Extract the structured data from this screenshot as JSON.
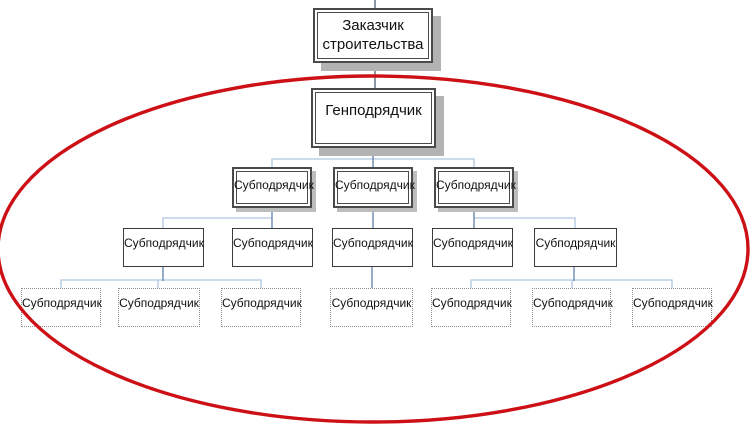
{
  "diagram": {
    "language": "ru",
    "nodes": [
      {
        "id": "customer",
        "level": 1,
        "label": "Заказчик строительства"
      },
      {
        "id": "general-contractor",
        "level": 2,
        "label": "Генподрядчик"
      },
      {
        "id": "sub-3-1",
        "level": 3,
        "label": "Субподрядчик"
      },
      {
        "id": "sub-3-2",
        "level": 3,
        "label": "Субподрядчик"
      },
      {
        "id": "sub-3-3",
        "level": 3,
        "label": "Субподрядчик"
      },
      {
        "id": "sub-4-1",
        "level": 4,
        "label": "Субподрядчик"
      },
      {
        "id": "sub-4-2",
        "level": 4,
        "label": "Субподрядчик"
      },
      {
        "id": "sub-4-3",
        "level": 4,
        "label": "Субподрядчик"
      },
      {
        "id": "sub-4-4",
        "level": 4,
        "label": "Субподрядчик"
      },
      {
        "id": "sub-4-5",
        "level": 4,
        "label": "Субподрядчик"
      },
      {
        "id": "sub-5-1",
        "level": 5,
        "label": "Субподрядчик",
        "dashed": true
      },
      {
        "id": "sub-5-2",
        "level": 5,
        "label": "Субподрядчик",
        "dashed": true
      },
      {
        "id": "sub-5-3",
        "level": 5,
        "label": "Субподрядчик",
        "dashed": true
      },
      {
        "id": "sub-5-4",
        "level": 5,
        "label": "Субподрядчик",
        "dashed": true
      },
      {
        "id": "sub-5-5",
        "level": 5,
        "label": "Субподрядчик",
        "dashed": true
      },
      {
        "id": "sub-5-6",
        "level": 5,
        "label": "Субподрядчик",
        "dashed": true
      },
      {
        "id": "sub-5-7",
        "level": 5,
        "label": "Субподрядчик",
        "dashed": true
      }
    ],
    "edges": [
      {
        "from": "customer",
        "to": "general-contractor"
      },
      {
        "from": "general-contractor",
        "to": "sub-3-1"
      },
      {
        "from": "general-contractor",
        "to": "sub-3-2"
      },
      {
        "from": "general-contractor",
        "to": "sub-3-3"
      },
      {
        "from": "sub-3-1",
        "to": "sub-4-1"
      },
      {
        "from": "sub-3-1",
        "to": "sub-4-2"
      },
      {
        "from": "sub-3-2",
        "to": "sub-4-3"
      },
      {
        "from": "sub-3-3",
        "to": "sub-4-4"
      },
      {
        "from": "sub-3-3",
        "to": "sub-4-5"
      },
      {
        "from": "sub-4-1",
        "to": "sub-5-1"
      },
      {
        "from": "sub-4-1",
        "to": "sub-5-2"
      },
      {
        "from": "sub-4-1",
        "to": "sub-5-3"
      },
      {
        "from": "sub-4-3",
        "to": "sub-5-4"
      },
      {
        "from": "sub-4-5",
        "to": "sub-5-5"
      },
      {
        "from": "sub-4-5",
        "to": "sub-5-6"
      },
      {
        "from": "sub-4-5",
        "to": "sub-5-7"
      }
    ],
    "annotation": {
      "shape": "ellipse",
      "encircles": "general contractor and all subcontractor levels",
      "color": "#cc1016"
    },
    "colors": {
      "ellipse_red": "#cc1016",
      "connector_light": "#adc6e0",
      "connector_dark": "#5f7fa8",
      "box_border": "#4a4a4a",
      "box_shadow": "#b3b3b3",
      "background": "#ffffff"
    }
  }
}
